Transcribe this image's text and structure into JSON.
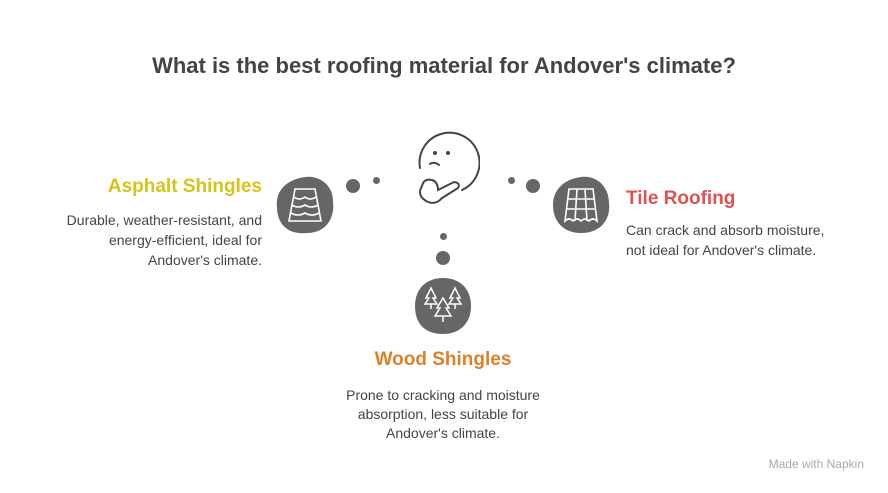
{
  "title": "What is the best roofing material for Andover's climate?",
  "options": [
    {
      "name": "Asphalt Shingles",
      "color": "#d6c31c",
      "icon": "fish-scale-shingles-icon",
      "description": [
        "Durable, weather-resistant, and",
        "energy-efficient, ideal for",
        "Andover's climate."
      ]
    },
    {
      "name": "Tile Roofing",
      "color": "#e05252",
      "icon": "roof-tiles-icon",
      "description": [
        "Can crack and absorb moisture,",
        "not ideal for Andover's climate."
      ]
    },
    {
      "name": "Wood Shingles",
      "color": "#e07f2a",
      "icon": "pine-trees-icon",
      "description": [
        "Prone to cracking and moisture",
        "absorption, less suitable for",
        "Andover's climate."
      ]
    }
  ],
  "center_icon": "thinking-face-icon",
  "footer": "Made with Napkin"
}
